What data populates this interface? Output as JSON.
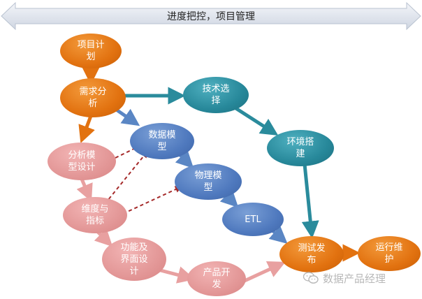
{
  "banner": {
    "text": "进度把控，项目管理"
  },
  "nodes": {
    "project_plan": {
      "line1": "项目计",
      "line2": "划"
    },
    "requirement": {
      "line1": "需求分",
      "line2": "析"
    },
    "tech_select": {
      "line1": "技术选",
      "line2": "择"
    },
    "env_setup": {
      "line1": "环境搭",
      "line2": "建"
    },
    "data_model": {
      "line1": "数据模",
      "line2": "型"
    },
    "analysis_design": {
      "line1": "分析模",
      "line2": "型设计"
    },
    "physical_model": {
      "line1": "物理模",
      "line2": "型"
    },
    "dimension_metric": {
      "line1": "维度与",
      "line2": "指标"
    },
    "etl": {
      "line1": "ETL",
      "line2": ""
    },
    "function_ui": {
      "line1": "功能及",
      "line2": "界面设",
      "line3": "计"
    },
    "test_release": {
      "line1": "测试发",
      "line2": "布"
    },
    "operation": {
      "line1": "运行维",
      "line2": "护"
    },
    "product_dev": {
      "line1": "产品开",
      "line2": "发"
    }
  },
  "watermark": {
    "text": "数据产品经理"
  },
  "colors": {
    "orange": "#e27210",
    "teal": "#27889a",
    "blue": "#4f79be",
    "pink": "#e39797",
    "banner": "#dde3ec",
    "dashed": "#a52a2a"
  }
}
